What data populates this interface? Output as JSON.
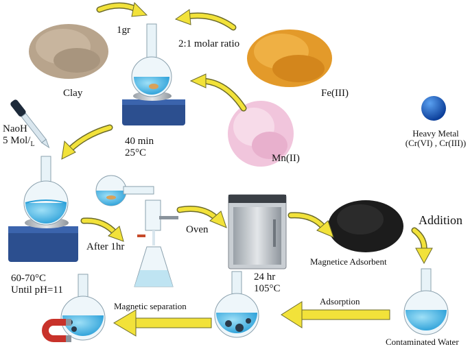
{
  "labels": {
    "amount": "1gr",
    "molar_ratio": "2:1 molar ratio",
    "clay": "Clay",
    "fe": "Fe(III)",
    "mn": "Mn(II)",
    "heavy_metal_title": "Heavy Metal",
    "heavy_metal_species": "(Cr(VI) , Cr(III))",
    "naoh": "NaoH",
    "naoh_conc": "5 Mol",
    "naoh_unit": "L",
    "time_stir": "40 min",
    "temp_stir": "25",
    "deg_c": "°C",
    "after": "After 1hr",
    "oven": "Oven",
    "magnetic_adsorbent": "Magnetice Adsorbent",
    "addition": "Addition",
    "temp_range": "60-70",
    "until_ph": "Until pH=11",
    "dry_time": "24 hr",
    "dry_temp": "105",
    "adsorption": "Adsorption",
    "magnetic_separation": "Magnetic separation",
    "contaminated_water": "Contaminated Water"
  },
  "colors": {
    "arrow": "#f2e23a",
    "arrow_edge": "#6b6a2a",
    "clay": "#b8a48c",
    "fe": "#e39a2a",
    "mn": "#f1c5dc",
    "liquid": "#5cc1e8",
    "stirrer": "#2c4f8f",
    "adsorbent": "#1c1c1c",
    "heavy_metal": "#1b64c8"
  }
}
